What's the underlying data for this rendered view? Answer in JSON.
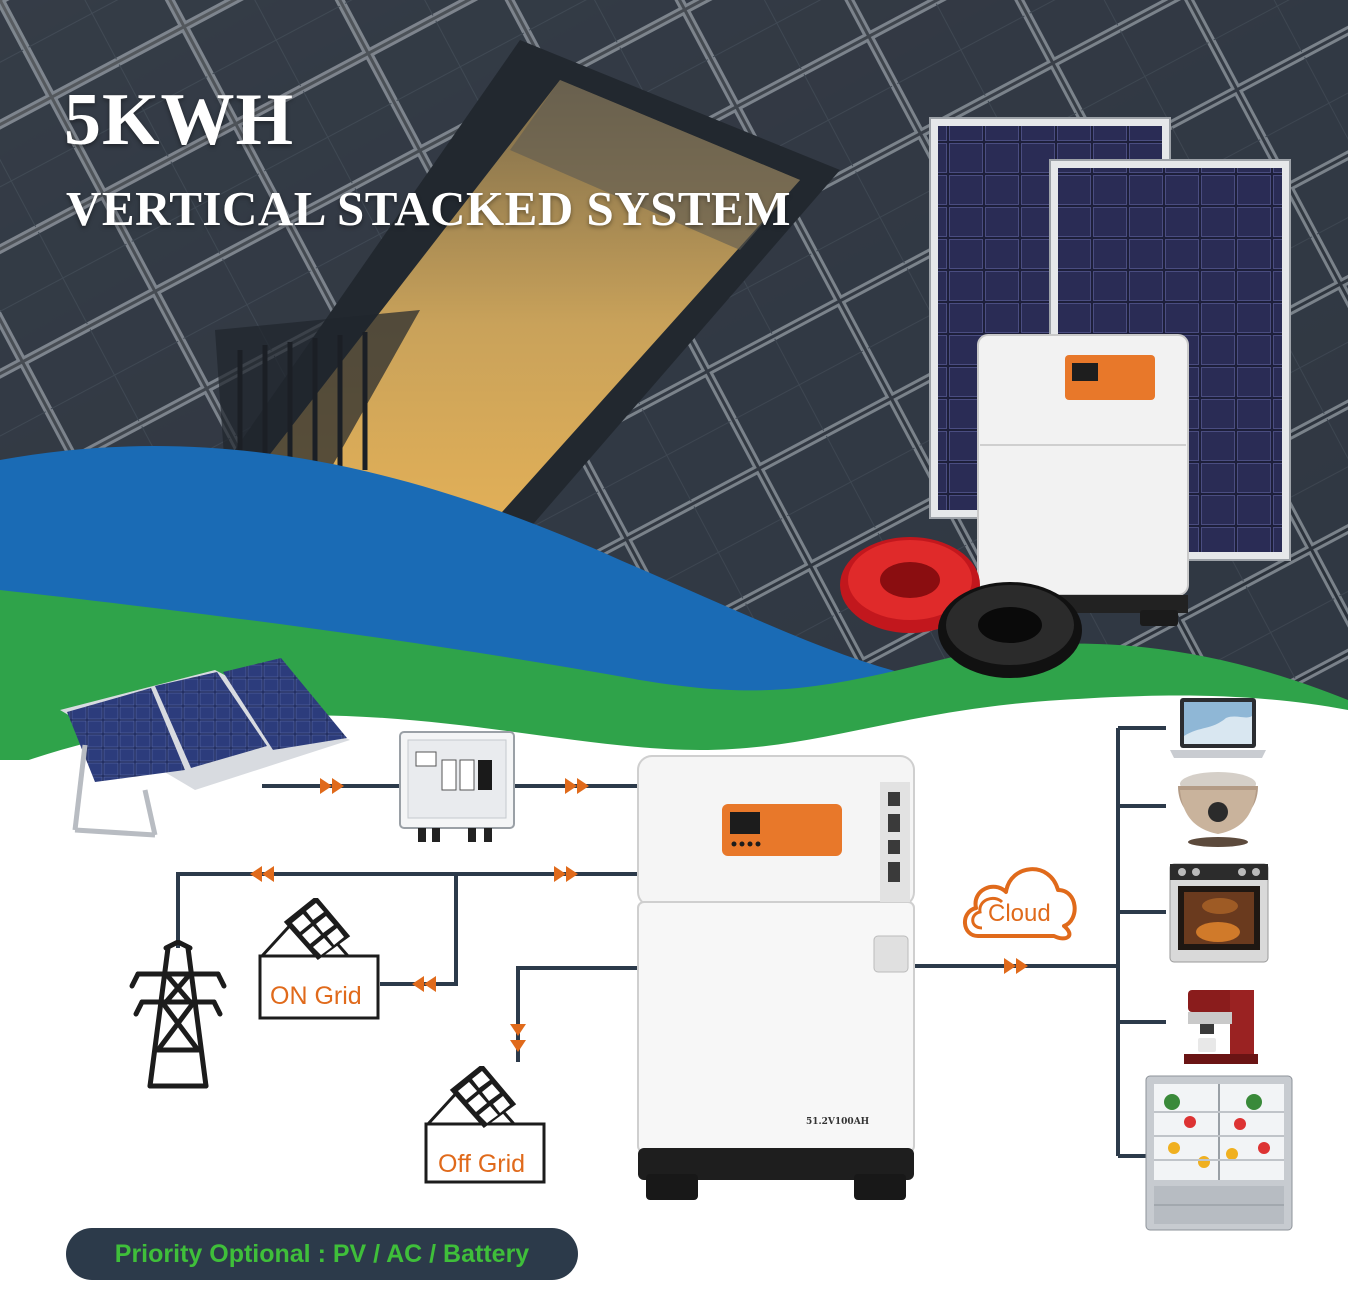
{
  "hero": {
    "title": "5KWH",
    "subtitle": "VERTICAL STACKED SYSTEM"
  },
  "battery_label": "51.2V100AH",
  "labels": {
    "on_grid": "ON Grid",
    "off_grid": "Off Grid",
    "cloud": "Cloud"
  },
  "footer": {
    "priority": "Priority Optional : PV / AC / Battery"
  },
  "colors": {
    "accent_orange": "#e06a1b",
    "line_dark": "#2c3a4a",
    "wave_blue": "#1a6bb5",
    "wave_green": "#2fa34a",
    "priority_text": "#3fbf3a"
  },
  "icons": {
    "pv_array": "solar-panel-array-icon",
    "combiner": "combiner-box-icon",
    "tower": "power-tower-icon",
    "on_grid_house": "house-solar-icon",
    "off_grid_house": "house-solar-icon",
    "cloud": "cloud-icon",
    "appliances": [
      "laptop-icon",
      "rice-cooker-icon",
      "oven-icon",
      "coffee-machine-icon",
      "refrigerator-icon"
    ]
  }
}
